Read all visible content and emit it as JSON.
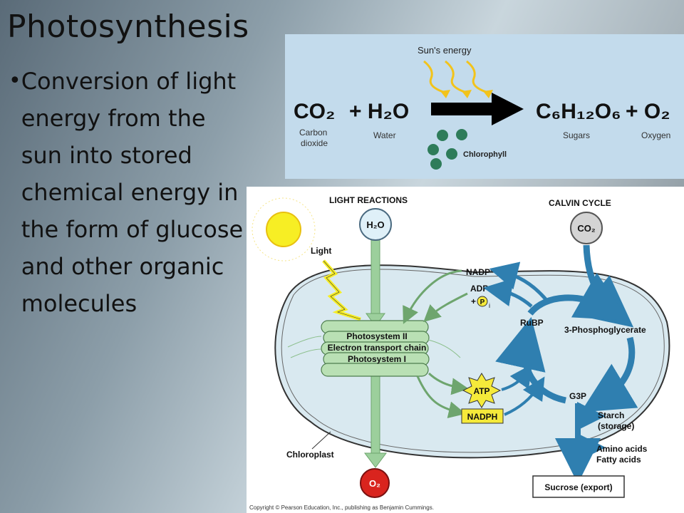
{
  "slide": {
    "title": "Photosynthesis",
    "bullet_symbol": "•",
    "bullet_text": "Conversion of light energy from the sun into stored chemical energy in the form of glucose and other organic molecules"
  },
  "equation": {
    "sun_label": "Sun's energy",
    "reactant1": "CO₂",
    "reactant1_label_line1": "Carbon",
    "reactant1_label_line2": "dioxide",
    "reactant2": "+ H₂O",
    "reactant2_label": "Water",
    "product1": "C₆H₁₂O₆",
    "product1_label": "Sugars",
    "product2": "+ O₂",
    "product2_label": "Oxygen",
    "chlorophyll_label": "Chlorophyll"
  },
  "diagram": {
    "light_reactions": "LIGHT REACTIONS",
    "calvin_cycle": "CALVIN CYCLE",
    "h2o": "H₂O",
    "co2": "CO₂",
    "o2": "O₂",
    "light": "Light",
    "nadp": "NADP⁺",
    "adp": "ADP",
    "pi_prefix": "+",
    "pi": "P",
    "pi_sub": "i",
    "rubp": "RuBP",
    "pga": "3-Phosphoglycerate",
    "ps2": "Photosystem II",
    "etc": "Electron transport chain",
    "ps1": "Photosystem I",
    "atp": "ATP",
    "nadph": "NADPH",
    "g3p": "G3P",
    "starch1": "Starch",
    "starch2": "(storage)",
    "amino": "Amino acids",
    "fatty": "Fatty acids",
    "chloroplast": "Chloroplast",
    "sucrose": "Sucrose (export)",
    "copyright": "Copyright © Pearson Education, Inc., publishing as Benjamin Cummings."
  },
  "colors": {
    "equation_bg": "#c3dbec",
    "arrow_blue": "#2f7fb0",
    "arrow_green": "#9ccf9c",
    "thylakoid": "#b9e0b4",
    "chloroplast_fill": "#d9e9f0",
    "atp_yellow": "#f5ea3a",
    "o2_red": "#d9241e",
    "chlorophyll": "#2e7c5a"
  }
}
